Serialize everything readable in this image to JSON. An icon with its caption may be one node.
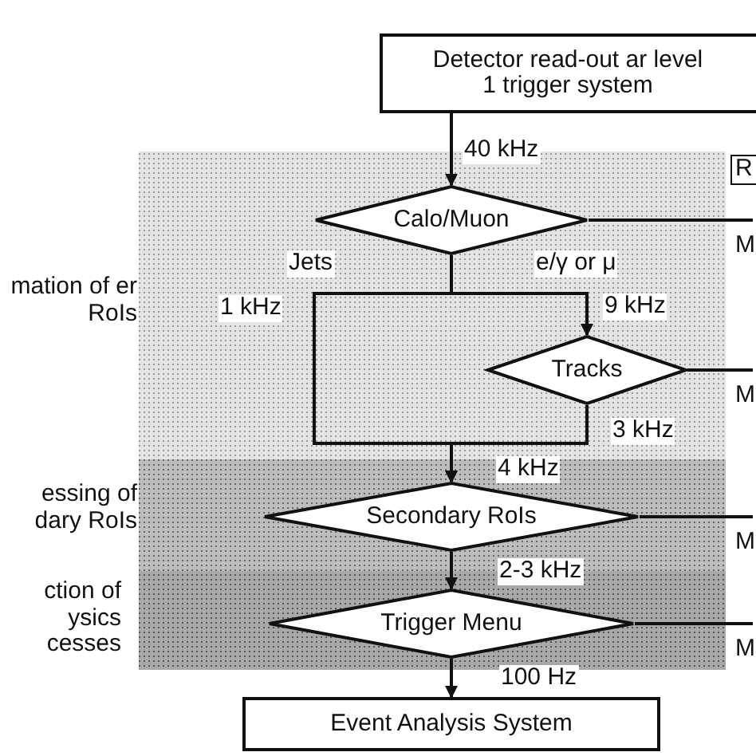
{
  "diagram": {
    "nodes": [
      {
        "text": [
          "Detector read-out ar level 1 trigger system"
        ]
      },
      {
        "text": [
          "Calo/Muon"
        ]
      },
      {
        "text": [
          "Tracks"
        ]
      },
      {
        "text": [
          "Secondary RoIs"
        ]
      },
      {
        "text": [
          "Trigger Menu"
        ]
      },
      {
        "text": [
          "Event Analysis System"
        ]
      }
    ],
    "edges": [
      {
        "from": 0,
        "to": 1,
        "arrow": "to",
        "label": "40 kHz"
      },
      {
        "from": 1,
        "to": 2,
        "arrow": "to",
        "label": "9 kHz"
      },
      {
        "from": 1,
        "to": 3,
        "arrow": "to",
        "label": "1 kHz"
      },
      {
        "from": 2,
        "to": 3,
        "arrow": "to",
        "label": "3 kHz"
      },
      {
        "from": 3,
        "to": 4,
        "arrow": "to",
        "label": "2-3 kHz"
      },
      {
        "from": 4,
        "to": 5,
        "arrow": "to",
        "label": "100 Hz"
      },
      {
        "from": 1,
        "to": null,
        "arrow": "none"
      },
      {
        "from": 2,
        "to": null,
        "arrow": "none"
      },
      {
        "from": 3,
        "to": null,
        "arrow": "none"
      },
      {
        "from": 4,
        "to": null,
        "arrow": "none"
      }
    ],
    "labels": [
      "R",
      "M",
      "Jets",
      "e/γ or μ",
      "mation of er RoIs",
      "M",
      "4 kHz",
      "essing of dary RoIs",
      "M",
      "ction of ysics cesses",
      "M"
    ]
  }
}
